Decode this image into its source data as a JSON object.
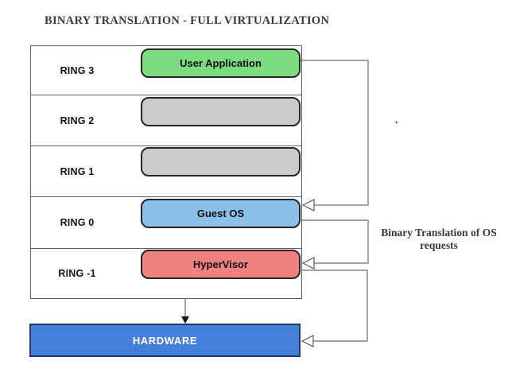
{
  "title": "BINARY TRANSLATION - FULL VIRTUALIZATION",
  "rings": [
    {
      "label": "RING 3",
      "box_label": "User Application",
      "box_color": "#7cdc80"
    },
    {
      "label": "RING 2",
      "box_label": "",
      "box_color": "#cbcbcb"
    },
    {
      "label": "RING 1",
      "box_label": "",
      "box_color": "#cbcbcb"
    },
    {
      "label": "RING 0",
      "box_label": "Guest OS",
      "box_color": "#8bc0ea"
    },
    {
      "label": "RING -1",
      "box_label": "HyperVisor",
      "box_color": "#f08181"
    }
  ],
  "hardware": {
    "label": "HARDWARE",
    "color": "#447fd9"
  },
  "annotation": {
    "text": "Binary Translation of OS requests"
  },
  "stray_dot": ".",
  "colors": {
    "user_application_green": "#7cdc80",
    "empty_ring_gray": "#cbcbcb",
    "guest_os_blue": "#8bc0ea",
    "hypervisor_red": "#f08181",
    "hardware_blue": "#447fd9",
    "wire_gray": "#6b6b6b",
    "border_dark": "#252525",
    "title_text": "#3a3a3a"
  }
}
